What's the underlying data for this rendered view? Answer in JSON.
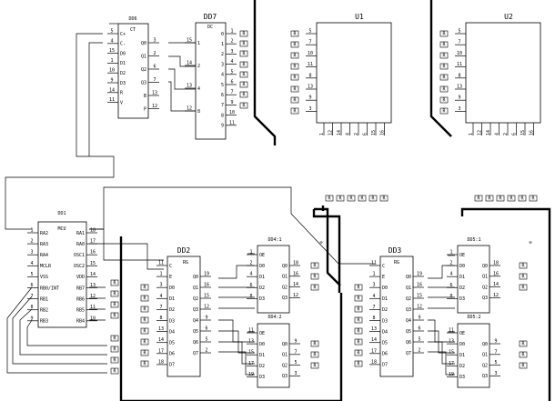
{
  "chips": {
    "dd6": {
      "ref": "DD6",
      "func": "CT",
      "left_pins": [
        {
          "num": "5",
          "name": "C+"
        },
        {
          "num": "4",
          "name": "C-"
        },
        {
          "num": "15",
          "name": "D0"
        },
        {
          "num": "1",
          "name": "D1"
        },
        {
          "num": "10",
          "name": "D2"
        },
        {
          "num": "9",
          "name": "D3"
        },
        {
          "num": "14",
          "name": "R"
        },
        {
          "num": "11",
          "name": "V"
        }
      ],
      "right_pins": [
        {
          "num": "3",
          "name": "Q0"
        },
        {
          "num": "2",
          "name": "Q1"
        },
        {
          "num": "6",
          "name": "Q2"
        },
        {
          "num": "7",
          "name": "Q3"
        },
        {
          "num": "13",
          "name": "B"
        },
        {
          "num": "12",
          "name": "P"
        }
      ]
    },
    "dd7": {
      "ref": "DD7",
      "func": "DC",
      "left_pins": [
        {
          "num": "15",
          "name": "1"
        },
        {
          "num": "14",
          "name": "2"
        },
        {
          "num": "13",
          "name": "4"
        },
        {
          "num": "12",
          "name": "8"
        }
      ],
      "right_pins": [
        {
          "num": "1",
          "name": "0"
        },
        {
          "num": "2",
          "name": "1"
        },
        {
          "num": "3",
          "name": "2"
        },
        {
          "num": "4",
          "name": "3"
        },
        {
          "num": "5",
          "name": "4"
        },
        {
          "num": "6",
          "name": "5"
        },
        {
          "num": "7",
          "name": "6"
        },
        {
          "num": "9",
          "name": "7"
        },
        {
          "num": "10",
          "name": "8"
        },
        {
          "num": "11",
          "name": "9"
        }
      ]
    },
    "u1": {
      "ref": "U1",
      "left_pins": [
        "5",
        "7",
        "10",
        "11",
        "8",
        "13",
        "9",
        "3"
      ],
      "bottom_pins": [
        "1",
        "12",
        "14",
        "4",
        "2",
        "6",
        "15",
        "16"
      ]
    },
    "u2": {
      "ref": "U2",
      "left_pins": [
        "5",
        "7",
        "10",
        "11",
        "8",
        "13",
        "9",
        "3"
      ],
      "bottom_pins": [
        "1",
        "12",
        "14",
        "4",
        "2",
        "6",
        "15",
        "16"
      ]
    },
    "dd1": {
      "ref": "DD1",
      "func": "MCU",
      "left_pins": [
        {
          "num": "1",
          "name": "RA2"
        },
        {
          "num": "2",
          "name": "RA3"
        },
        {
          "num": "3",
          "name": "RA4"
        },
        {
          "num": "4",
          "name": "MCLR"
        },
        {
          "num": "5",
          "name": "VSS"
        },
        {
          "num": "6",
          "name": "RB0/INT"
        },
        {
          "num": "7",
          "name": "RB1"
        },
        {
          "num": "8",
          "name": "RB2"
        },
        {
          "num": "9",
          "name": "RB3"
        }
      ],
      "right_pins": [
        {
          "num": "18",
          "name": "RA1"
        },
        {
          "num": "17",
          "name": "RA0"
        },
        {
          "num": "16",
          "name": "OSC1"
        },
        {
          "num": "15",
          "name": "OSC2"
        },
        {
          "num": "14",
          "name": "VDD"
        },
        {
          "num": "13",
          "name": "RB7"
        },
        {
          "num": "12",
          "name": "RB6"
        },
        {
          "num": "11",
          "name": "RB5"
        },
        {
          "num": "10",
          "name": "RB4"
        }
      ]
    },
    "dd2": {
      "ref": "DD2",
      "func": "RG",
      "left_pins": [
        {
          "num": "11",
          "name": "C"
        },
        {
          "num": "1",
          "name": "E"
        },
        {
          "num": "3",
          "name": "D0"
        },
        {
          "num": "4",
          "name": "D1"
        },
        {
          "num": "7",
          "name": "D2"
        },
        {
          "num": "8",
          "name": "D3"
        },
        {
          "num": "13",
          "name": "D4"
        },
        {
          "num": "14",
          "name": "D5"
        },
        {
          "num": "17",
          "name": "D6"
        },
        {
          "num": "18",
          "name": "D7"
        }
      ],
      "right_pins": [
        {
          "num": "19",
          "name": "Q0"
        },
        {
          "num": "16",
          "name": "Q1"
        },
        {
          "num": "15",
          "name": "Q2"
        },
        {
          "num": "12",
          "name": "Q3"
        },
        {
          "num": "9",
          "name": "Q4"
        },
        {
          "num": "6",
          "name": "Q5"
        },
        {
          "num": "5",
          "name": "Q6"
        },
        {
          "num": "2",
          "name": "Q7"
        }
      ]
    },
    "dd3": {
      "ref": "DD3",
      "func": "RG",
      "left_pins": [
        {
          "num": "11",
          "name": "C"
        },
        {
          "num": "1",
          "name": "E"
        },
        {
          "num": "3",
          "name": "D0"
        },
        {
          "num": "4",
          "name": "D1"
        },
        {
          "num": "7",
          "name": "D2"
        },
        {
          "num": "8",
          "name": "D3"
        },
        {
          "num": "13",
          "name": "D4"
        },
        {
          "num": "14",
          "name": "D5"
        },
        {
          "num": "17",
          "name": "D6"
        },
        {
          "num": "18",
          "name": "D7"
        }
      ],
      "right_pins": [
        {
          "num": "19",
          "name": "Q0"
        },
        {
          "num": "16",
          "name": "Q1"
        },
        {
          "num": "15",
          "name": "Q2"
        },
        {
          "num": "12",
          "name": "Q3"
        },
        {
          "num": "9",
          "name": "Q4"
        },
        {
          "num": "6",
          "name": "Q5"
        },
        {
          "num": "5",
          "name": "Q6"
        },
        {
          "num": "2",
          "name": "Q7"
        }
      ]
    },
    "dd4_1": {
      "ref": "DD4:1",
      "left_pins": [
        {
          "num": "1",
          "name": "OE"
        },
        {
          "num": "2",
          "name": "D0"
        },
        {
          "num": "4",
          "name": "D1"
        },
        {
          "num": "6",
          "name": "D2"
        },
        {
          "num": "8",
          "name": "D3"
        }
      ],
      "right_pins": [
        {
          "num": "18",
          "name": "Q0"
        },
        {
          "num": "16",
          "name": "Q1"
        },
        {
          "num": "14",
          "name": "Q2"
        },
        {
          "num": "12",
          "name": "Q3"
        }
      ]
    },
    "dd4_2": {
      "ref": "DD4:2",
      "left_pins": [
        {
          "num": "11",
          "name": "OE"
        },
        {
          "num": "13",
          "name": "D0"
        },
        {
          "num": "15",
          "name": "D1"
        },
        {
          "num": "17",
          "name": "D2"
        },
        {
          "num": "19",
          "name": "D3"
        }
      ],
      "right_pins": [
        {
          "num": "9",
          "name": "Q0"
        },
        {
          "num": "7",
          "name": "Q1"
        },
        {
          "num": "5",
          "name": "Q2"
        },
        {
          "num": "3",
          "name": "Q3"
        }
      ]
    },
    "dd5_1": {
      "ref": "DD5:1",
      "left_pins": [
        {
          "num": "1",
          "name": "OE"
        },
        {
          "num": "2",
          "name": "D0"
        },
        {
          "num": "4",
          "name": "D1"
        },
        {
          "num": "6",
          "name": "D2"
        },
        {
          "num": "8",
          "name": "D3"
        }
      ],
      "right_pins": [
        {
          "num": "18",
          "name": "Q0"
        },
        {
          "num": "16",
          "name": "Q1"
        },
        {
          "num": "14",
          "name": "Q2"
        },
        {
          "num": "12",
          "name": "Q3"
        }
      ]
    },
    "dd5_2": {
      "ref": "DD5:2",
      "left_pins": [
        {
          "num": "11",
          "name": "OE"
        },
        {
          "num": "13",
          "name": "D0"
        },
        {
          "num": "15",
          "name": "D1"
        },
        {
          "num": "17",
          "name": "D2"
        },
        {
          "num": "19",
          "name": "D3"
        }
      ],
      "right_pins": [
        {
          "num": "9",
          "name": "Q0"
        },
        {
          "num": "7",
          "name": "Q1"
        },
        {
          "num": "5",
          "name": "Q2"
        },
        {
          "num": "3",
          "name": "Q3"
        }
      ]
    }
  },
  "resistor_label": "R",
  "ground_symbol": "⊖"
}
